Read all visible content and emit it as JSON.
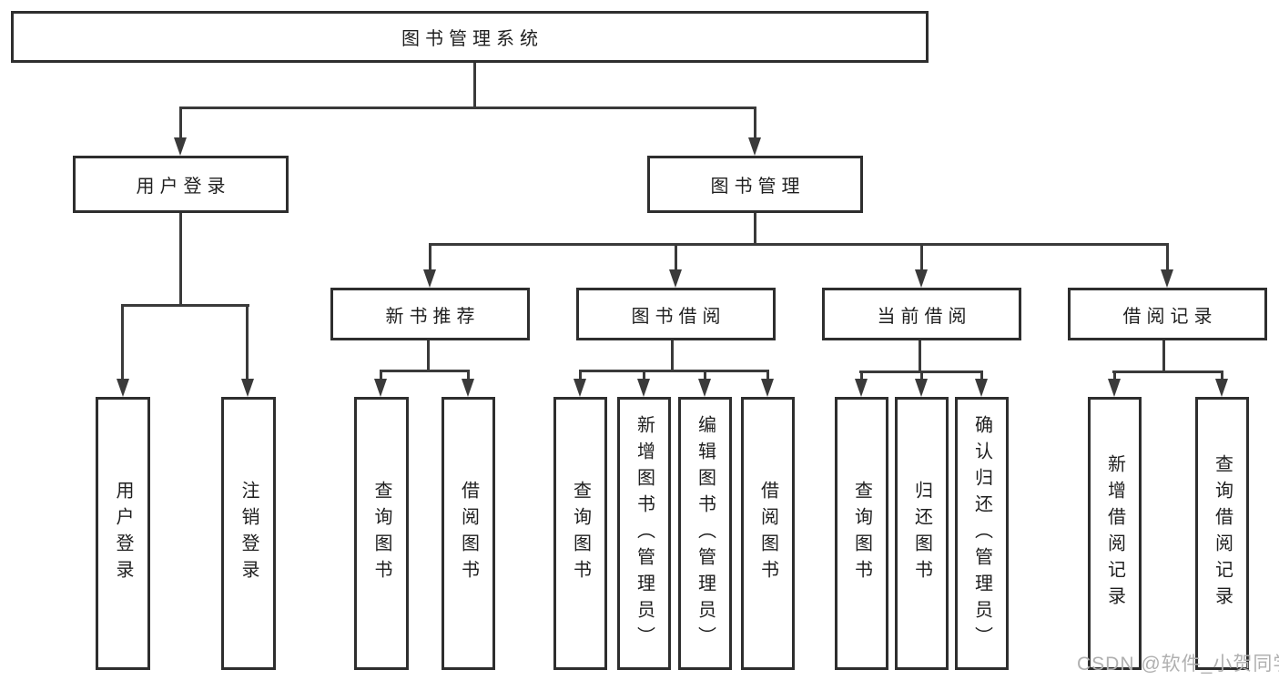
{
  "page": {
    "background": "#ffffff"
  },
  "colors": {
    "line": "#3a3a3a",
    "box_border": "#2e2e2e",
    "text": "#1f1f1f",
    "watermark": "#b0b0b0"
  },
  "watermark": {
    "text": "CSDN @软件_小贺同学"
  },
  "tree": {
    "root": {
      "label": "图书管理系统"
    },
    "branches": [
      {
        "label": "用户登录",
        "children": [
          {
            "label": "用户登录"
          },
          {
            "label": "注销登录"
          }
        ]
      },
      {
        "label": "图书管理",
        "children": [
          {
            "label": "新书推荐",
            "children": [
              {
                "label": "查询图书"
              },
              {
                "label": "借阅图书"
              }
            ]
          },
          {
            "label": "图书借阅",
            "children": [
              {
                "label": "查询图书"
              },
              {
                "label": "新增图书（管理员）"
              },
              {
                "label": "编辑图书（管理员）"
              },
              {
                "label": "借阅图书"
              }
            ]
          },
          {
            "label": "当前借阅",
            "children": [
              {
                "label": "查询图书"
              },
              {
                "label": "归还图书"
              },
              {
                "label": "确认归还（管理员）"
              }
            ]
          },
          {
            "label": "借阅记录",
            "children": [
              {
                "label": "新增借阅记录"
              },
              {
                "label": "查询借阅记录"
              }
            ]
          }
        ]
      }
    ]
  }
}
